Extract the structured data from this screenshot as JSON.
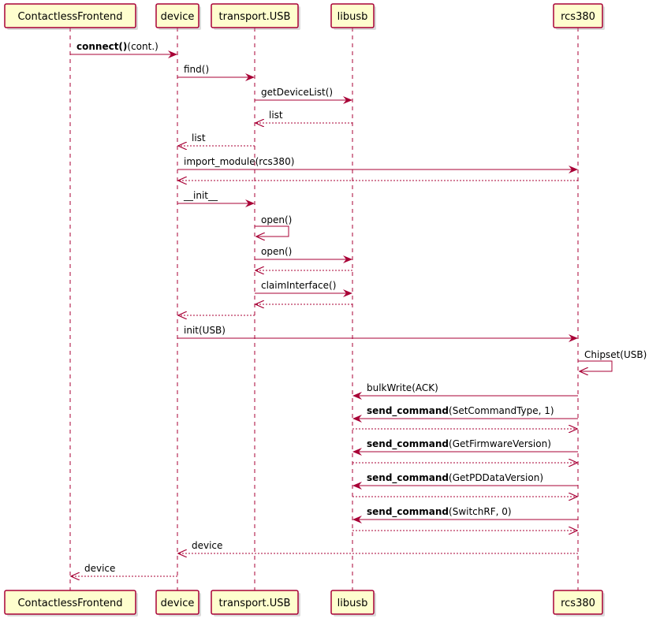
{
  "colors": {
    "participant_fill": "#FEFECE",
    "participant_border": "#A80036",
    "lifeline": "#A80036",
    "arrow": "#A80036"
  },
  "participants": [
    {
      "id": "cf",
      "label": "ContactlessFrontend"
    },
    {
      "id": "dev",
      "label": "device"
    },
    {
      "id": "tusb",
      "label": "transport.USB"
    },
    {
      "id": "lib",
      "label": "libusb"
    },
    {
      "id": "rcs",
      "label": "rcs380"
    }
  ],
  "messages": [
    {
      "from": "cf",
      "to": "dev",
      "type": "sync",
      "bold": "connect()",
      "text": "(cont.)"
    },
    {
      "from": "dev",
      "to": "tusb",
      "type": "sync",
      "bold": "",
      "text": "find()"
    },
    {
      "from": "tusb",
      "to": "lib",
      "type": "sync",
      "bold": "",
      "text": "getDeviceList()"
    },
    {
      "from": "lib",
      "to": "tusb",
      "type": "return",
      "bold": "",
      "text": "list"
    },
    {
      "from": "tusb",
      "to": "dev",
      "type": "return",
      "bold": "",
      "text": "list"
    },
    {
      "from": "dev",
      "to": "rcs",
      "type": "sync",
      "bold": "",
      "text": "import_module(rcs380)"
    },
    {
      "from": "rcs",
      "to": "dev",
      "type": "return",
      "bold": "",
      "text": ""
    },
    {
      "from": "dev",
      "to": "tusb",
      "type": "sync",
      "bold": "",
      "text": "__init__"
    },
    {
      "from": "tusb",
      "to": "tusb",
      "type": "self",
      "bold": "",
      "text": "open()"
    },
    {
      "from": "tusb",
      "to": "lib",
      "type": "sync",
      "bold": "",
      "text": "open()"
    },
    {
      "from": "lib",
      "to": "tusb",
      "type": "return",
      "bold": "",
      "text": ""
    },
    {
      "from": "tusb",
      "to": "lib",
      "type": "sync",
      "bold": "",
      "text": "claimInterface()"
    },
    {
      "from": "lib",
      "to": "tusb",
      "type": "return",
      "bold": "",
      "text": ""
    },
    {
      "from": "tusb",
      "to": "dev",
      "type": "return",
      "bold": "",
      "text": ""
    },
    {
      "from": "dev",
      "to": "rcs",
      "type": "sync",
      "bold": "",
      "text": "init(USB)"
    },
    {
      "from": "rcs",
      "to": "rcs",
      "type": "self",
      "bold": "",
      "text": "Chipset(USB)"
    },
    {
      "from": "rcs",
      "to": "lib",
      "type": "sync",
      "bold": "",
      "text": "bulkWrite(ACK)"
    },
    {
      "from": "rcs",
      "to": "lib",
      "type": "sync",
      "bold": "send_command",
      "text": "(SetCommandType, 1)"
    },
    {
      "from": "lib",
      "to": "rcs",
      "type": "return",
      "bold": "",
      "text": ""
    },
    {
      "from": "rcs",
      "to": "lib",
      "type": "sync",
      "bold": "send_command",
      "text": "(GetFirmwareVersion)"
    },
    {
      "from": "lib",
      "to": "rcs",
      "type": "return",
      "bold": "",
      "text": ""
    },
    {
      "from": "rcs",
      "to": "lib",
      "type": "sync",
      "bold": "send_command",
      "text": "(GetPDDataVersion)"
    },
    {
      "from": "lib",
      "to": "rcs",
      "type": "return",
      "bold": "",
      "text": ""
    },
    {
      "from": "rcs",
      "to": "lib",
      "type": "sync",
      "bold": "send_command",
      "text": "(SwitchRF, 0)"
    },
    {
      "from": "lib",
      "to": "rcs",
      "type": "return",
      "bold": "",
      "text": ""
    },
    {
      "from": "rcs",
      "to": "dev",
      "type": "return",
      "bold": "",
      "text": "device"
    },
    {
      "from": "dev",
      "to": "cf",
      "type": "return",
      "bold": "",
      "text": "device"
    }
  ]
}
